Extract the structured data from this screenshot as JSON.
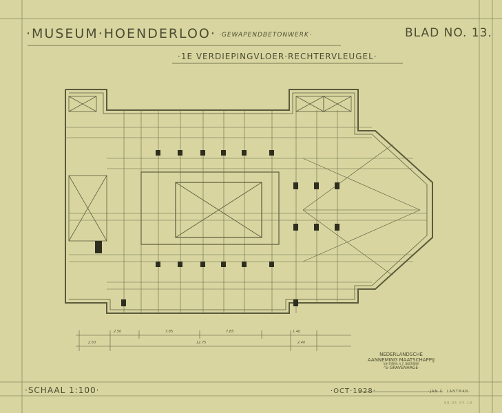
{
  "header": {
    "title": "·Museum·Hoenderloo·",
    "subtitle": "·Gewapendbetonwerk·",
    "sheet": "Blad No. 13.",
    "floor": "·1e Verdiepingvloer·Rechtervleugel·"
  },
  "dimensions": {
    "row1": [
      "2.50",
      "7.85",
      "7.85",
      "1.40"
    ],
    "row2": [
      "2.50",
      "12.75",
      "2.40"
    ]
  },
  "footer": {
    "scale": "·Schaal 1:100·",
    "date": "·Oct·1928·",
    "company_line1": "Nederlandsche",
    "company_line2": "Aanneming Maatschappij",
    "company_line3": "v/h Firma H. F. Boersma",
    "company_line4": "·'s-Gravenhage·",
    "signature": "·Jan G. Lantman·",
    "stamp": "88.05 AP 18"
  },
  "colors": {
    "paper": "#d8d5a0",
    "ink": "#4a4a30"
  }
}
